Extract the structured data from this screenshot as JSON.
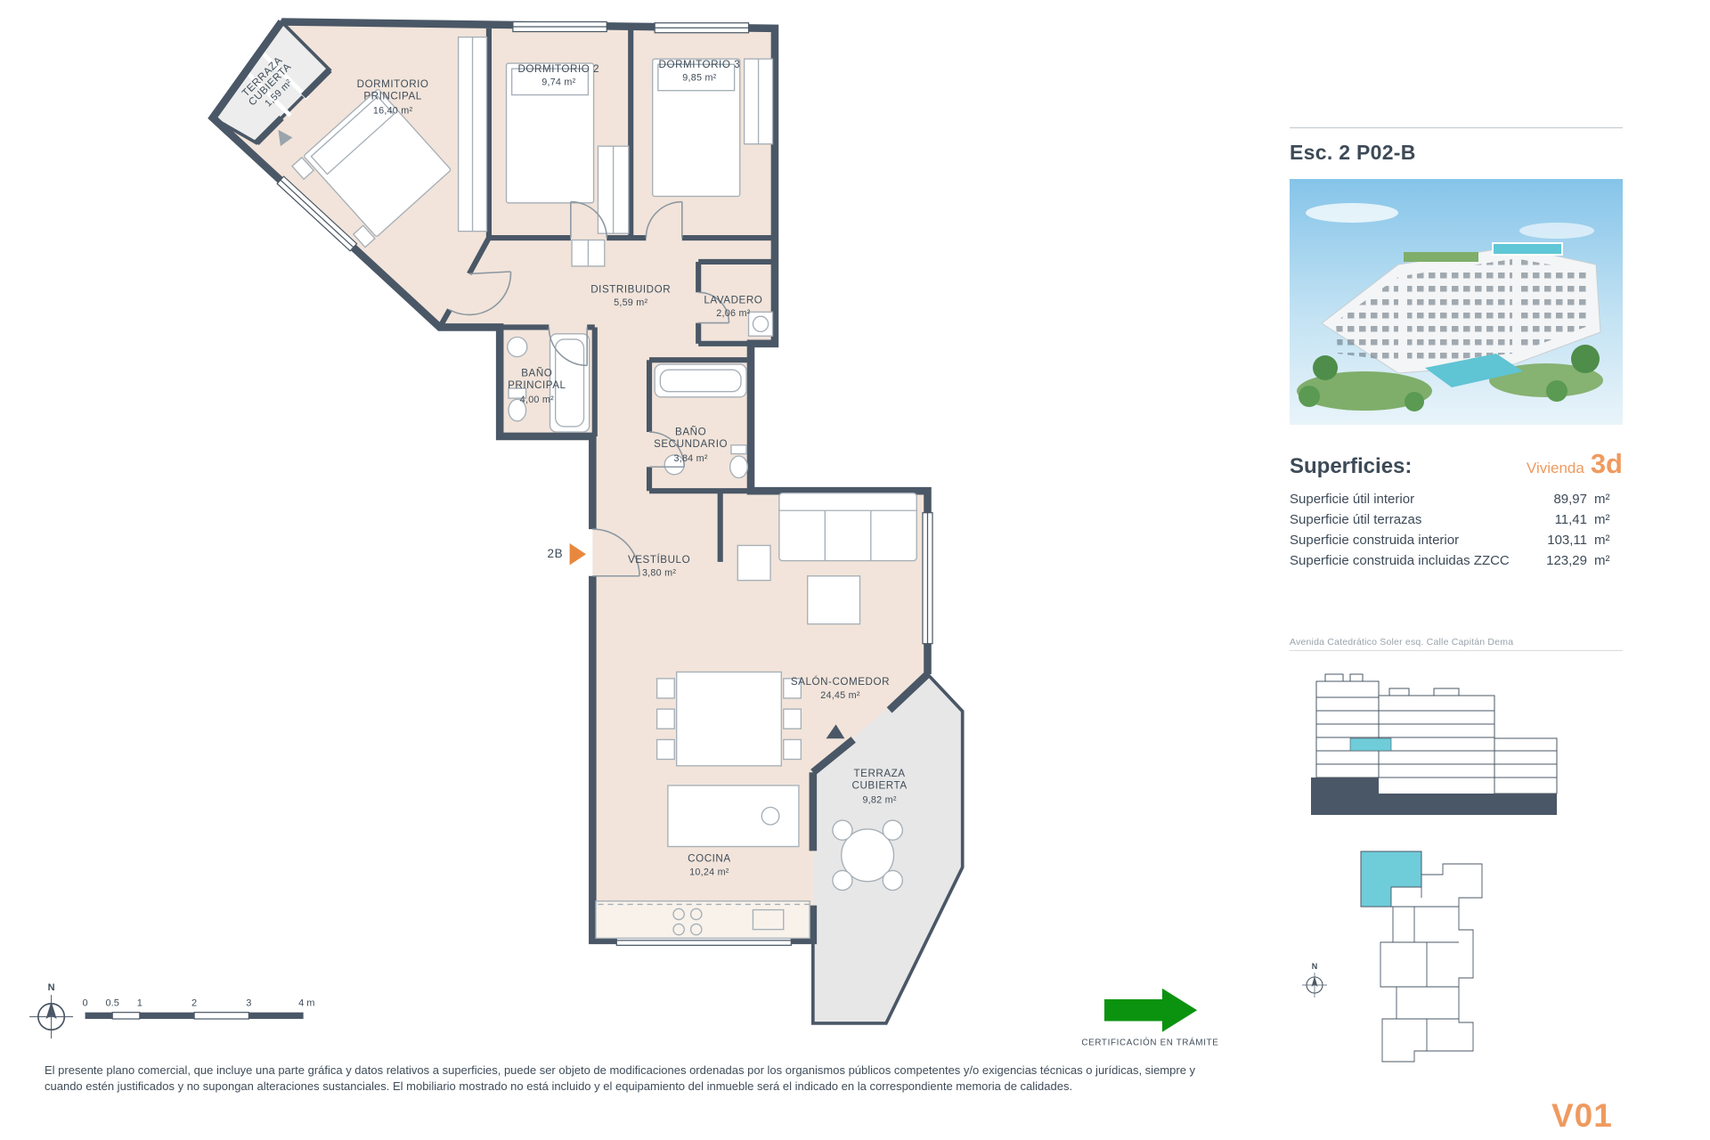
{
  "colors": {
    "wall": "#4A5766",
    "room_fill": "#F2E4DA",
    "terrace_fill": "#E7E7E7",
    "accent_orange": "#EF9A5F",
    "entrance_marker_orange": "#E8883E",
    "highlight_cyan": "#6FCCD9",
    "certification_green": "#0B9310"
  },
  "plan": {
    "entrance_label": "2B",
    "compass_label": "N",
    "rooms": [
      {
        "id": "terraza-cubierta-norte",
        "line1": "TERRAZA",
        "line2": "CUBIERTA",
        "area": "1,59 m²"
      },
      {
        "id": "dormitorio-principal",
        "line1": "DORMITORIO",
        "line2": "PRINCIPAL",
        "area": "16,40 m²"
      },
      {
        "id": "dormitorio-2",
        "line1": "DORMITORIO 2",
        "line2": "",
        "area": "9,74 m²"
      },
      {
        "id": "dormitorio-3",
        "line1": "DORMITORIO 3",
        "line2": "",
        "area": "9,85 m²"
      },
      {
        "id": "distribuidor",
        "line1": "DISTRIBUIDOR",
        "line2": "",
        "area": "5,59 m²"
      },
      {
        "id": "lavadero",
        "line1": "LAVADERO",
        "line2": "",
        "area": "2,06 m²"
      },
      {
        "id": "bano-principal",
        "line1": "BAÑO",
        "line2": "PRINCIPAL",
        "area": "4,00 m²"
      },
      {
        "id": "bano-secundario",
        "line1": "BAÑO",
        "line2": "SECUNDARIO",
        "area": "3,84 m²"
      },
      {
        "id": "vestibulo",
        "line1": "VESTÍBULO",
        "line2": "",
        "area": "3,80 m²"
      },
      {
        "id": "salon-comedor",
        "line1": "SALÓN-COMEDOR",
        "line2": "",
        "area": "24,45 m²"
      },
      {
        "id": "terraza-cubierta-sur",
        "line1": "TERRAZA",
        "line2": "CUBIERTA",
        "area": "9,82 m²"
      },
      {
        "id": "cocina",
        "line1": "COCINA",
        "line2": "",
        "area": "10,24 m²"
      }
    ],
    "scale_ticks": [
      "0",
      "0.5",
      "1",
      "2",
      "3",
      "4 m"
    ]
  },
  "panel": {
    "title": "Esc. 2 P02-B",
    "superficies_heading": "Superficies:",
    "vivienda_label": "Vivienda",
    "vivienda_code": "3d",
    "superficies_rows": [
      {
        "label": "Superficie útil interior",
        "value": "89,97",
        "unit": "m²"
      },
      {
        "label": "Superficie útil terrazas",
        "value": "11,41",
        "unit": "m²"
      },
      {
        "label": "Superficie construida interior",
        "value": "103,11",
        "unit": "m²"
      },
      {
        "label": "Superficie construida incluidas ZZCC",
        "value": "123,29",
        "unit": "m²"
      }
    ],
    "location_caption": "Avenida Catedrático Soler esq. Calle Capitán Dema"
  },
  "certification": {
    "label": "CERTIFICACIÓN EN TRÁMITE"
  },
  "footer": {
    "disclaimer": "El presente plano comercial, que incluye una parte gráfica y datos relativos a superficies, puede ser objeto de modificaciones ordenadas por los organismos públicos competentes y/o exigencias técnicas o jurídicas, siempre y cuando estén justificados y no supongan alteraciones sustanciales. El mobiliario mostrado no está incluido y el equipamiento del inmueble será el indicado en la correspondiente memoria de calidades.",
    "version": "V01"
  }
}
